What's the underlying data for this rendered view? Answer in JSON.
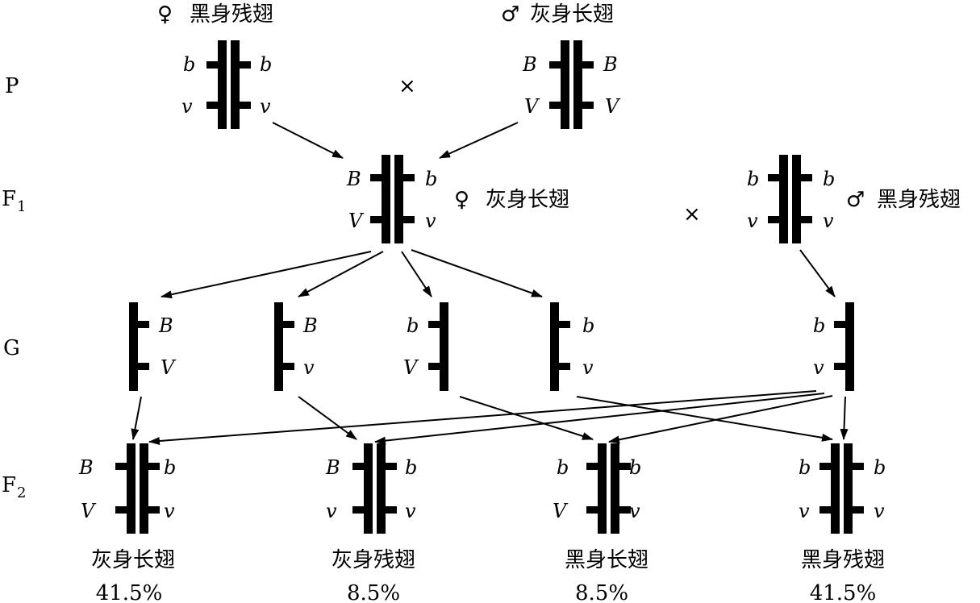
{
  "generations": {
    "p": "P",
    "f1": "F",
    "f1_sub": "1",
    "g": "G",
    "f2": "F",
    "f2_sub": "2"
  },
  "symbols": {
    "female": "♀",
    "male": "♂",
    "cross": "×"
  },
  "parents": {
    "female_label": "黑身残翅",
    "male_label": "灰身长翅",
    "female_alleles": {
      "l1": "b",
      "r1": "b",
      "l2": "v",
      "r2": "v"
    },
    "male_alleles": {
      "l1": "B",
      "r1": "B",
      "l2": "V",
      "r2": "V"
    }
  },
  "f1": {
    "female_label": "灰身长翅",
    "male_label": "黑身残翅",
    "female_alleles": {
      "l1": "B",
      "r1": "b",
      "l2": "V",
      "r2": "v"
    },
    "male_alleles": {
      "l1": "b",
      "r1": "b",
      "l2": "v",
      "r2": "v"
    }
  },
  "gametes": [
    {
      "a1": "B",
      "a2": "V"
    },
    {
      "a1": "B",
      "a2": "v"
    },
    {
      "a1": "b",
      "a2": "V"
    },
    {
      "a1": "b",
      "a2": "v"
    },
    {
      "a1": "b",
      "a2": "v"
    }
  ],
  "f2": [
    {
      "l1": "B",
      "r1": "b",
      "l2": "V",
      "r2": "v",
      "phenotype": "灰身长翅",
      "percent": "41.5%"
    },
    {
      "l1": "B",
      "r1": "b",
      "l2": "v",
      "r2": "v",
      "phenotype": "灰身残翅",
      "percent": "8.5%"
    },
    {
      "l1": "b",
      "r1": "b",
      "l2": "V",
      "r2": "v",
      "phenotype": "黑身长翅",
      "percent": "8.5%"
    },
    {
      "l1": "b",
      "r1": "b",
      "l2": "v",
      "r2": "v",
      "phenotype": "黑身残翅",
      "percent": "41.5%"
    }
  ]
}
